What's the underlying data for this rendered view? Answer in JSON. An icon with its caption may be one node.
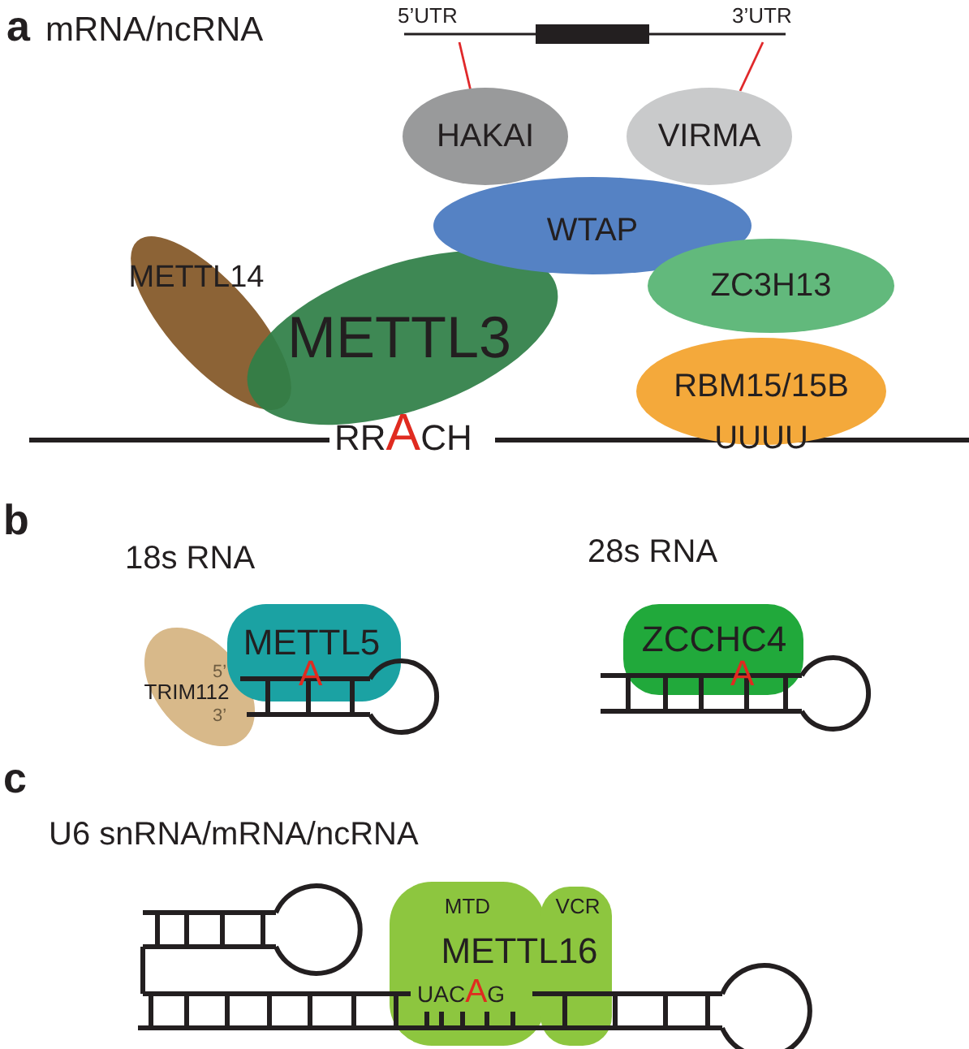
{
  "diagram": {
    "nodes": [
      {
        "text": [],
        "shape": "bar",
        "beside": [
          "5’UTR",
          "3’UTR"
        ]
      },
      {
        "text": [
          "HAKAI"
        ]
      },
      {
        "text": [
          "VIRMA"
        ]
      },
      {
        "text": [
          "WTAP"
        ]
      },
      {
        "text": [
          "METTL14"
        ]
      },
      {
        "text": [
          "METTL3"
        ]
      },
      {
        "text": [
          "ZC3H13"
        ]
      },
      {
        "text": [
          "RBM15/15B",
          "UUUU"
        ]
      },
      {
        "text": [
          "TRIM112"
        ]
      },
      {
        "text": [
          "METTL5"
        ]
      },
      {
        "text": [
          "ZCCHC4"
        ]
      },
      {
        "text": [
          "MTD",
          "VCR",
          "METTL16"
        ]
      }
    ],
    "edges": [
      {
        "from": 0,
        "to": 1,
        "arrow": "none"
      },
      {
        "from": 0,
        "to": 2,
        "arrow": "none"
      }
    ],
    "labels": [
      "a",
      "mRNA/ncRNA",
      "RRACH",
      "b",
      "18s RNA",
      "28s RNA",
      "5’",
      "3’",
      "A",
      "A",
      "c",
      "U6 snRNA/mRNA/ncRNA",
      "UACAG"
    ]
  }
}
